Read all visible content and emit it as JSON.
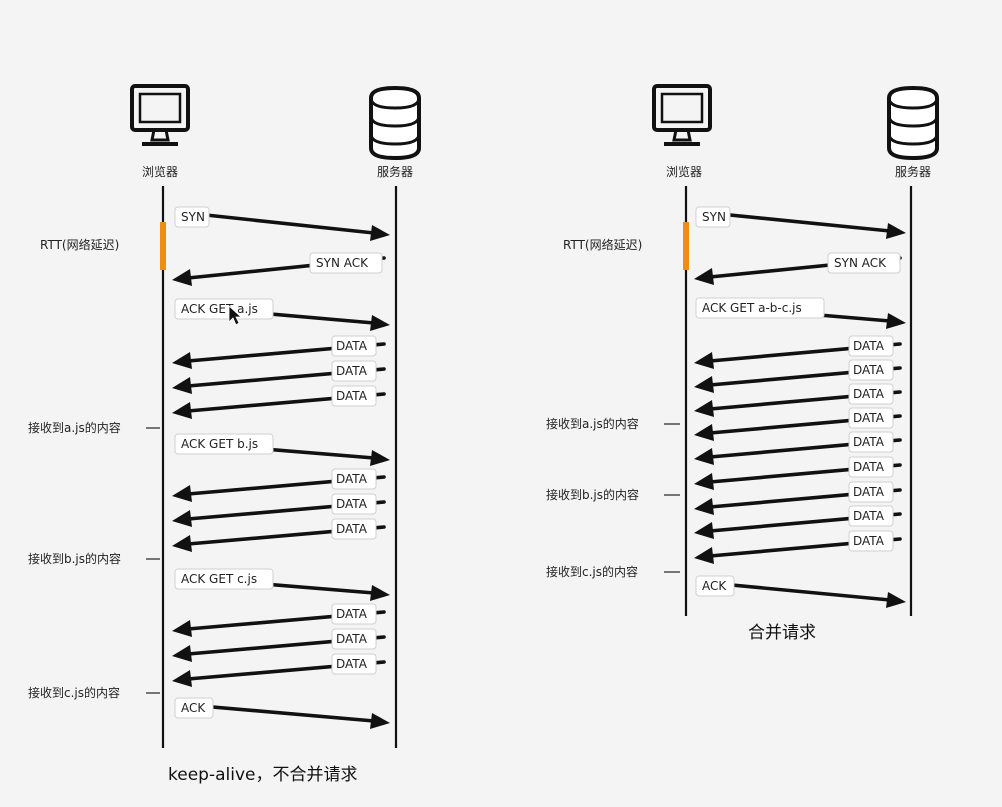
{
  "diagrams": [
    {
      "id": "keep-alive",
      "client_label": "浏览器",
      "server_label": "服务器",
      "rtt_label": "RTT(网络延迟)",
      "caption": "keep-alive，不合并请求",
      "messages": [
        {
          "label": "SYN",
          "dir": "to-server"
        },
        {
          "label": "SYN ACK",
          "dir": "to-client"
        },
        {
          "label": "ACK GET a.js",
          "dir": "to-server"
        },
        {
          "label": "DATA",
          "dir": "to-client"
        },
        {
          "label": "DATA",
          "dir": "to-client"
        },
        {
          "label": "DATA",
          "dir": "to-client"
        },
        {
          "label": "ACK GET b.js",
          "dir": "to-server"
        },
        {
          "label": "DATA",
          "dir": "to-client"
        },
        {
          "label": "DATA",
          "dir": "to-client"
        },
        {
          "label": "DATA",
          "dir": "to-client"
        },
        {
          "label": "ACK GET c.js",
          "dir": "to-server"
        },
        {
          "label": "DATA",
          "dir": "to-client"
        },
        {
          "label": "DATA",
          "dir": "to-client"
        },
        {
          "label": "DATA",
          "dir": "to-client"
        },
        {
          "label": "ACK",
          "dir": "to-server"
        }
      ],
      "receipts": [
        "接收到a.js的内容",
        "接收到b.js的内容",
        "接收到c.js的内容"
      ]
    },
    {
      "id": "merged",
      "client_label": "浏览器",
      "server_label": "服务器",
      "rtt_label": "RTT(网络延迟)",
      "caption": "合并请求",
      "messages": [
        {
          "label": "SYN",
          "dir": "to-server"
        },
        {
          "label": "SYN ACK",
          "dir": "to-client"
        },
        {
          "label": "ACK GET a-b-c.js",
          "dir": "to-server"
        },
        {
          "label": "DATA",
          "dir": "to-client"
        },
        {
          "label": "DATA",
          "dir": "to-client"
        },
        {
          "label": "DATA",
          "dir": "to-client"
        },
        {
          "label": "DATA",
          "dir": "to-client"
        },
        {
          "label": "DATA",
          "dir": "to-client"
        },
        {
          "label": "DATA",
          "dir": "to-client"
        },
        {
          "label": "DATA",
          "dir": "to-client"
        },
        {
          "label": "DATA",
          "dir": "to-client"
        },
        {
          "label": "DATA",
          "dir": "to-client"
        },
        {
          "label": "ACK",
          "dir": "to-server"
        }
      ],
      "receipts": [
        "接收到a.js的内容",
        "接收到b.js的内容",
        "接收到c.js的内容"
      ]
    }
  ],
  "colors": {
    "rtt_bar": "#f08c12",
    "ink": "#111111",
    "tag_border": "#cfcfcf"
  },
  "icons": {
    "client": "monitor-icon",
    "server": "database-icon",
    "cursor": "mouse-pointer-icon"
  }
}
